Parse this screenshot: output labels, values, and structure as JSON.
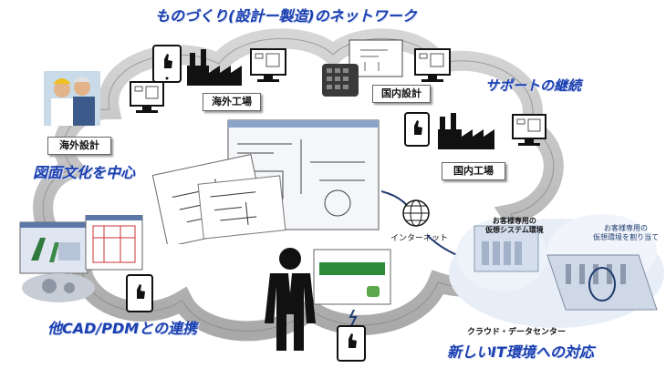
{
  "headings": {
    "network": "ものづくり(設計ー製造)のネットワーク",
    "support": "サポートの継続",
    "drawing_culture": "図面文化を中心",
    "cad_pdm": "他CAD/PDMとの連携",
    "new_it": "新しいIT環境への対応"
  },
  "labels": {
    "overseas_factory": "海外工場",
    "domestic_design": "国内設計",
    "overseas_design": "海外設計",
    "domestic_factory": "国内工場"
  },
  "internet_label": "インターネット",
  "cloud_dc_label": "クラウド・データセンター",
  "private_env_label": "お客様専用の\n仮想システム環境",
  "private_assign_label": "お客様専用の\n仮想環境を割り当て",
  "colors": {
    "heading_blue": "#1a3fb0",
    "cloud_gray": "#8c8c8c",
    "cloud_fill": "#c9c9c9",
    "screen_green": "#2e8b3a"
  }
}
